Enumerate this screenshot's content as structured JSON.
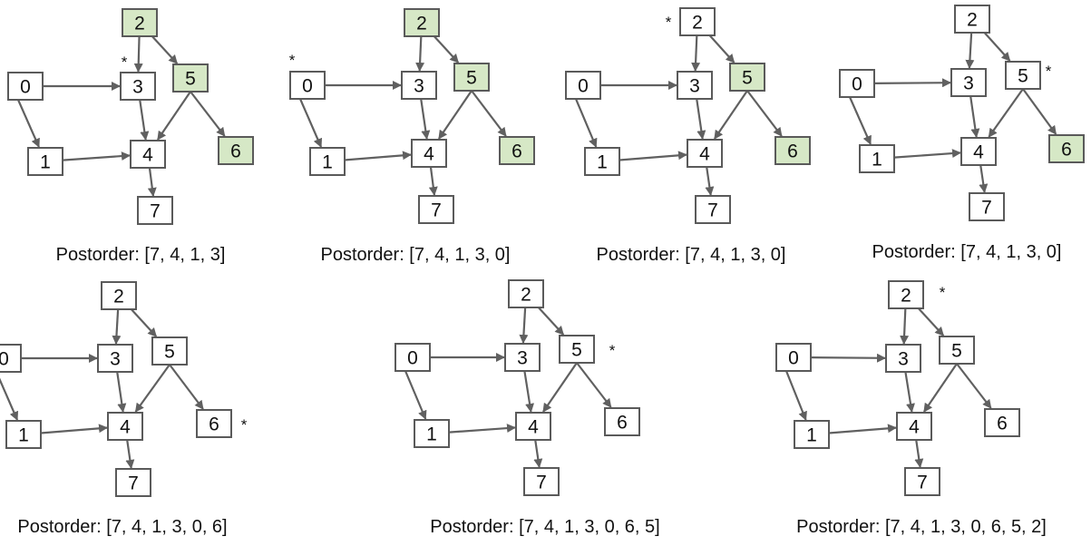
{
  "title": "Depth-first search postorder traversal steps on a directed graph",
  "colors": {
    "visited_fill": "#d6e8c6",
    "unvisited_fill": "#ffffff",
    "node_border": "#5a5a5a",
    "edge": "#606060",
    "text": "#111111"
  },
  "graph": {
    "nodes": [
      "0",
      "1",
      "2",
      "3",
      "4",
      "5",
      "6",
      "7"
    ],
    "edges": [
      [
        "0",
        "3"
      ],
      [
        "0",
        "1"
      ],
      [
        "1",
        "4"
      ],
      [
        "2",
        "3"
      ],
      [
        "2",
        "5"
      ],
      [
        "3",
        "4"
      ],
      [
        "5",
        "4"
      ],
      [
        "5",
        "6"
      ],
      [
        "4",
        "7"
      ]
    ]
  },
  "panels": [
    {
      "step": 1,
      "caption": "Postorder: [7, 4, 1, 3]",
      "marked_node": "3",
      "visited_highlight": [
        "2",
        "5",
        "6"
      ]
    },
    {
      "step": 2,
      "caption": "Postorder: [7, 4, 1, 3, 0]",
      "marked_node": "0",
      "visited_highlight": [
        "2",
        "5",
        "6"
      ]
    },
    {
      "step": 3,
      "caption": "Postorder: [7, 4, 1, 3, 0]",
      "marked_node": "2",
      "visited_highlight": [
        "5",
        "6"
      ]
    },
    {
      "step": 4,
      "caption": "Postorder: [7, 4, 1, 3, 0]",
      "marked_node": "5",
      "visited_highlight": [
        "6"
      ]
    },
    {
      "step": 5,
      "caption": "Postorder: [7, 4, 1, 3, 0, 6]",
      "marked_node": "6",
      "visited_highlight": []
    },
    {
      "step": 6,
      "caption": "Postorder: [7, 4, 1, 3, 0, 6, 5]",
      "marked_node": "5",
      "visited_highlight": []
    },
    {
      "step": 7,
      "caption": "Postorder: [7, 4, 1, 3, 0, 6, 5, 2]",
      "marked_node": "2",
      "visited_highlight": []
    }
  ],
  "marker_symbol": "*"
}
